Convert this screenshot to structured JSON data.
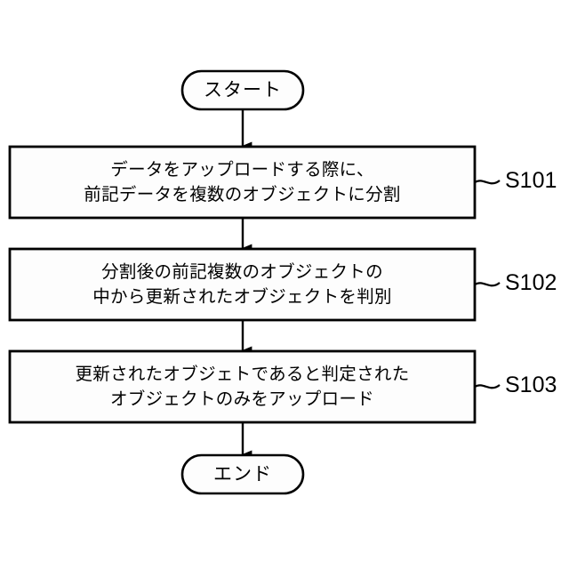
{
  "figure": {
    "type": "flowchart",
    "orientation": "vertical",
    "background_color": "#ffffff",
    "line_color": "#000000",
    "node_fill_color": "#fdfdfd"
  },
  "nodes": {
    "start": {
      "shape": "terminator",
      "label": "スタート"
    },
    "end": {
      "shape": "terminator",
      "label": "エンド"
    },
    "s101": {
      "shape": "process",
      "line1": "データをアップロードする際に、",
      "line2": "前記データを複数のオブジェクトに分割",
      "step_label": "S101"
    },
    "s102": {
      "shape": "process",
      "line1": "分割後の前記複数のオブジェクトの",
      "line2": "中から更新されたオブジェクトを判別",
      "step_label": "S102"
    },
    "s103": {
      "shape": "process",
      "line1": "更新されたオブジェトであると判定された",
      "line2": "オブジェクトのみをアップロード",
      "step_label": "S103"
    }
  },
  "connectors": [
    {
      "from": "start",
      "to": "s101",
      "arrow": "filled-triangle-down"
    },
    {
      "from": "s101",
      "to": "s102",
      "arrow": "filled-triangle-down"
    },
    {
      "from": "s102",
      "to": "s103",
      "arrow": "filled-triangle-down"
    },
    {
      "from": "s103",
      "to": "end",
      "arrow": "filled-triangle-down"
    }
  ],
  "leader_lines": [
    {
      "for": "s101",
      "style": "squiggle"
    },
    {
      "for": "s102",
      "style": "squiggle"
    },
    {
      "for": "s103",
      "style": "squiggle"
    }
  ]
}
